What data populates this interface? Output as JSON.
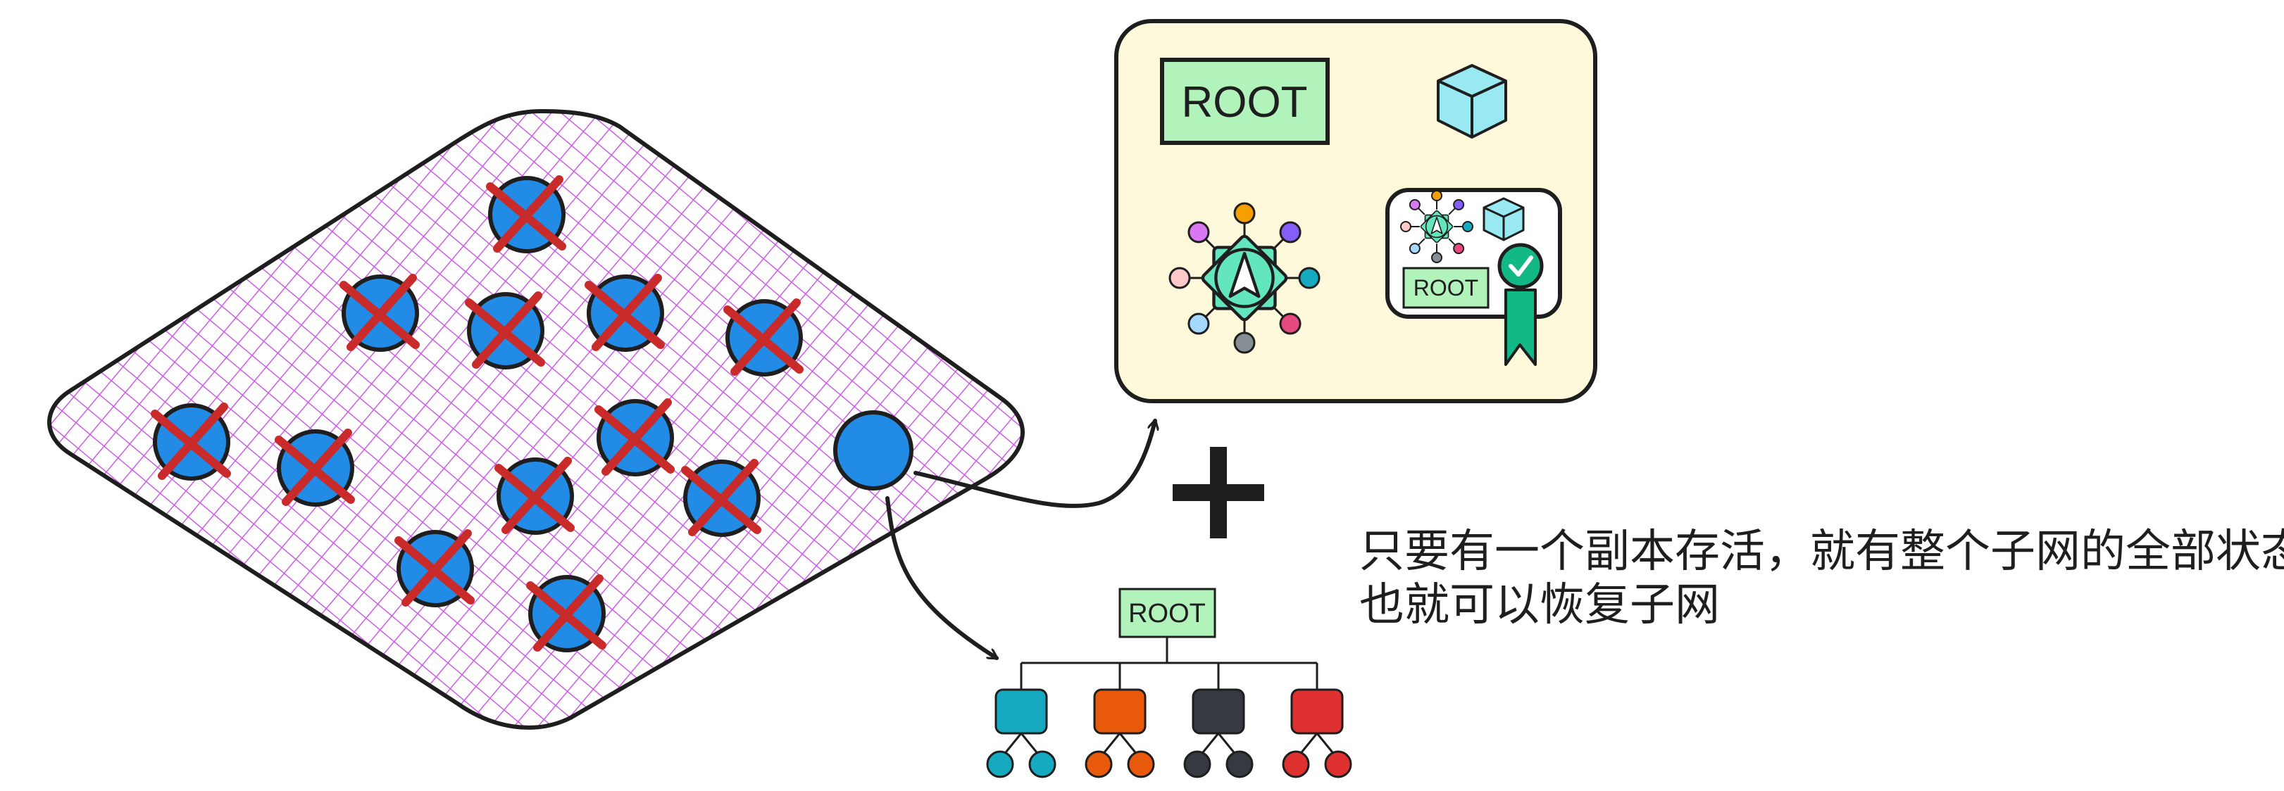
{
  "labels": {
    "root_large": "ROOT",
    "root_badge": "ROOT",
    "root_tree": "ROOT"
  },
  "caption": {
    "line1": "只要有一个副本存活，就有整个子网的全部状态",
    "line2": "也就可以恢复子网"
  },
  "icons": {
    "subnet_region": "hatched-diamond-region",
    "failed_node": "crossed-out-node-icon",
    "surviving_node": "node-icon",
    "state_cube": "cube-icon",
    "canister_hub": "gear-hub-icon",
    "certificate": "certified-badge-icon",
    "plus": "plus-icon",
    "tree": "state-tree-icon"
  },
  "colors": {
    "node_fill": "#228be6",
    "cross": "#c92a2a",
    "hatch": "#cc5de8",
    "panel_bg": "#fff9db",
    "root_box": "#b2f2bb",
    "cube": "#99e9f2",
    "hub": "#63e6be",
    "ribbon": "#12b886",
    "tree_colors": [
      "#15aabf",
      "#e8590c",
      "#343a40",
      "#e03131"
    ],
    "hub_dots": [
      "#f59f00",
      "#845ef7",
      "#15aabf",
      "#e64980",
      "#868e96",
      "#a5d8ff",
      "#ffc9c9",
      "#da77f2"
    ]
  }
}
